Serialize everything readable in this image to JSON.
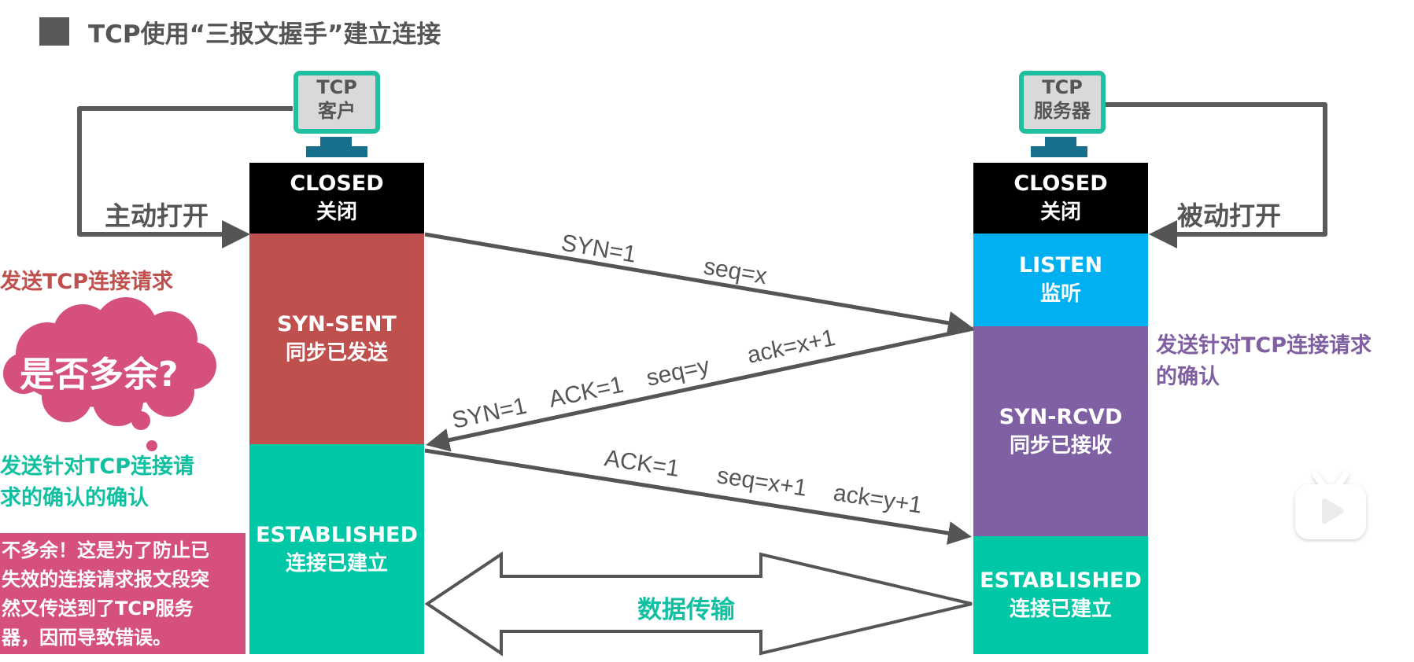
{
  "title": "TCP使用“三报文握手”建立连接",
  "client": {
    "monitor_line1": "TCP",
    "monitor_line2": "客户",
    "open_label": "主动打开",
    "states": [
      {
        "en": "CLOSED",
        "zh": "关闭",
        "color": "#000000"
      },
      {
        "en": "SYN-SENT",
        "zh": "同步已发送",
        "color": "#c0504d"
      },
      {
        "en": "ESTABLISHED",
        "zh": "连接已建立",
        "color": "#00c8a6"
      }
    ]
  },
  "server": {
    "monitor_line1": "TCP",
    "monitor_line2": "服务器",
    "open_label": "被动打开",
    "states": [
      {
        "en": "CLOSED",
        "zh": "关闭",
        "color": "#000000"
      },
      {
        "en": "LISTEN",
        "zh": "监听",
        "color": "#00b0f0"
      },
      {
        "en": "SYN-RCVD",
        "zh": "同步已接收",
        "color": "#7f60a2"
      },
      {
        "en": "ESTABLISHED",
        "zh": "连接已建立",
        "color": "#00c8a6"
      }
    ]
  },
  "messages": [
    {
      "direction": "client-to-server",
      "fields": [
        "SYN=1",
        "seq=x"
      ]
    },
    {
      "direction": "server-to-client",
      "fields": [
        "SYN=1",
        "ACK=1",
        "seq=y",
        "ack=x+1"
      ]
    },
    {
      "direction": "client-to-server",
      "fields": [
        "ACK=1",
        "seq=x+1",
        "ack=y+1"
      ]
    }
  ],
  "data_transfer_label": "数据传输",
  "notes": {
    "client_send_request": "发送TCP连接请求",
    "cloud_question": "是否多余?",
    "client_ack_line1": "发送针对TCP连接请",
    "client_ack_line2": "求的确认的确认",
    "server_ack_line1": "发送针对TCP连接请求",
    "server_ack_line2": "的确认",
    "explanation_lines": [
      "不多余！这是为了防止已",
      "失效的连接请求报文段突",
      "然又传送到了TCP服务",
      "器，因而导致错误。"
    ]
  },
  "colors": {
    "monitor_border": "#1fbf9f",
    "monitor_stand": "#176f8c",
    "arrow": "#555555",
    "cloud": "#d5507e",
    "note_red": "#c0504d",
    "note_green": "#10c0a0",
    "note_purple": "#7f5fa0"
  },
  "watermark_icon": "bilibili-tv-play-icon"
}
